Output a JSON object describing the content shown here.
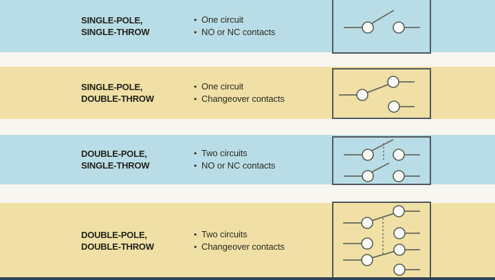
{
  "title": "Switch pole and throw configurations table",
  "colors": {
    "row_blue": "#b9dde6",
    "row_tan": "#f0e0a5",
    "gap": "#f8f6f0",
    "heading_text": "#22221c",
    "body_text": "#2a2a24",
    "box_border": "#4d565c",
    "symbol_line": "#63685d",
    "bottom_bar": "#2f4257"
  },
  "bullet_glyph": "•",
  "rows": [
    {
      "title_line1": "SINGLE-POLE,",
      "title_line2": "SINGLE-THROW",
      "bullets": [
        "One circuit",
        "NO or NC contacts"
      ],
      "symbol": "spst-switch-symbol"
    },
    {
      "title_line1": "SINGLE-POLE,",
      "title_line2": "DOUBLE-THROW",
      "bullets": [
        "One circuit",
        "Changeover contacts"
      ],
      "symbol": "spdt-switch-symbol"
    },
    {
      "title_line1": "DOUBLE-POLE,",
      "title_line2": "SINGLE-THROW",
      "bullets": [
        "Two circuits",
        "NO or NC contacts"
      ],
      "symbol": "dpst-switch-symbol"
    },
    {
      "title_line1": "DOUBLE-POLE,",
      "title_line2": "DOUBLE-THROW",
      "bullets": [
        "Two circuits",
        "Changeover contacts"
      ],
      "symbol": "dpdt-switch-symbol"
    }
  ]
}
